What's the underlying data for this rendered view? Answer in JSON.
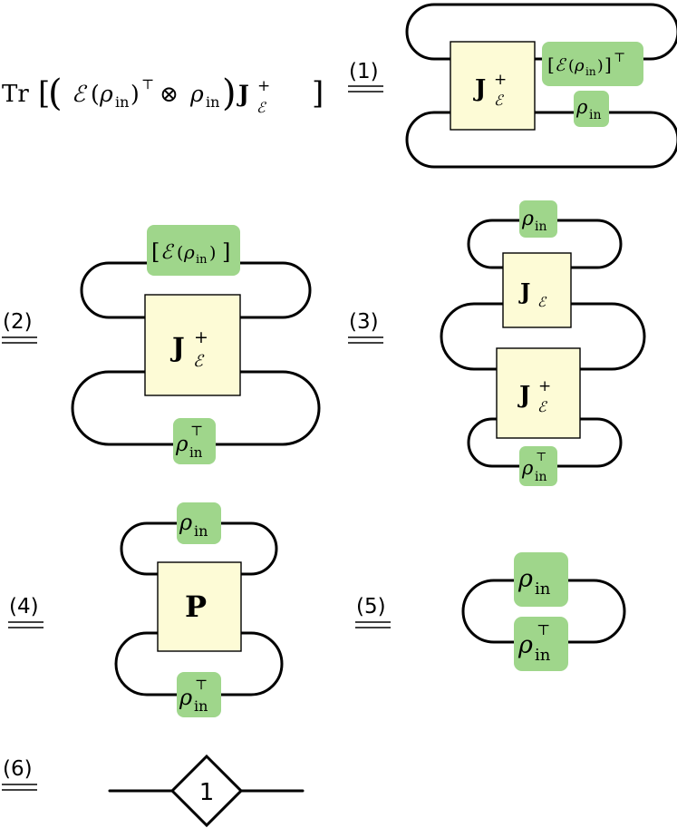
{
  "formula": {
    "tr": "Tr",
    "lbr": "[",
    "lparen": "(",
    "calE": "ℰ",
    "rho": "ρ",
    "in_sub": "in",
    "transpose": "⊤",
    "otimes": "⊗",
    "J": "J",
    "plus": "+",
    "rbr": "]",
    "op_paren": "(",
    "cl_paren": ")"
  },
  "steps": [
    "(1)",
    "(2)",
    "(3)",
    "(4)",
    "(5)",
    "(6)"
  ],
  "boxes": {
    "J": "J",
    "P": "P",
    "plus": "+",
    "calE": "ℰ"
  },
  "scalar": "1"
}
